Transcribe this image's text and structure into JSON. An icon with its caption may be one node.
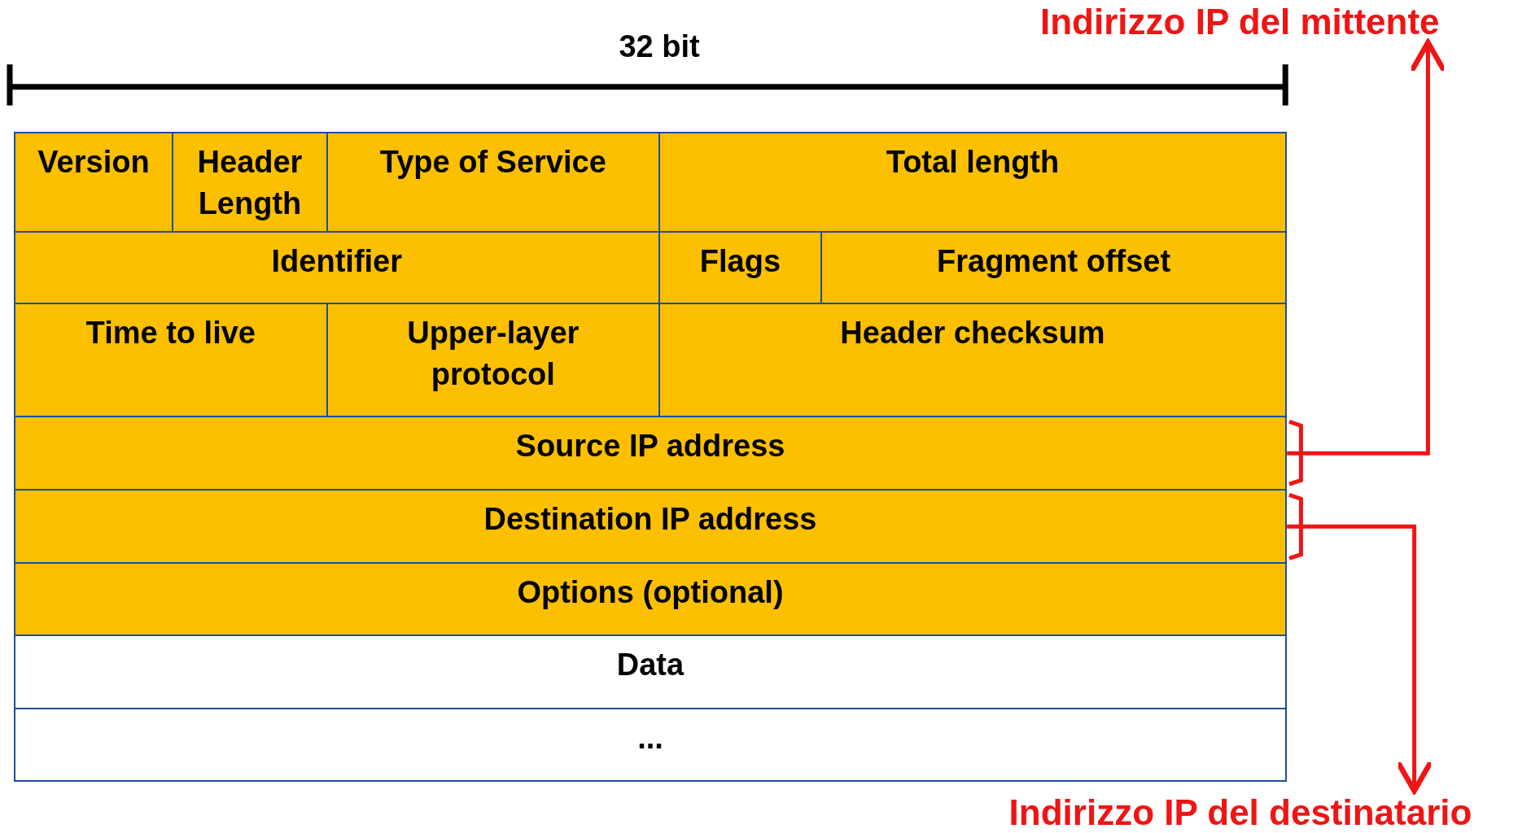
{
  "diagram": {
    "nodes": [
      {
        "text": [
          "Version"
        ]
      },
      {
        "text": [
          "Header Length"
        ]
      },
      {
        "text": [
          "Type of Service"
        ]
      },
      {
        "text": [
          "Total length"
        ]
      },
      {
        "text": [
          "Identifier"
        ]
      },
      {
        "text": [
          "Flags"
        ]
      },
      {
        "text": [
          "Fragment offset"
        ]
      },
      {
        "text": [
          "Time to live"
        ]
      },
      {
        "text": [
          "Upper-layer protocol"
        ]
      },
      {
        "text": [
          "Header checksum"
        ]
      },
      {
        "text": [
          "Source IP address"
        ]
      },
      {
        "text": [
          "Destination IP address"
        ]
      },
      {
        "text": [
          "Options (optional)"
        ]
      },
      {
        "text": [
          "Data"
        ]
      },
      {
        "text": [
          "..."
        ]
      },
      {
        "text": [
          "Indirizzo IP del mittente"
        ]
      },
      {
        "text": [
          "Indirizzo IP del destinatario"
        ]
      }
    ],
    "edges": [
      {
        "from": 10,
        "to": 15,
        "arrow": "to"
      },
      {
        "from": 11,
        "to": 16,
        "arrow": "to"
      }
    ],
    "labels": [
      "32 bit"
    ]
  }
}
